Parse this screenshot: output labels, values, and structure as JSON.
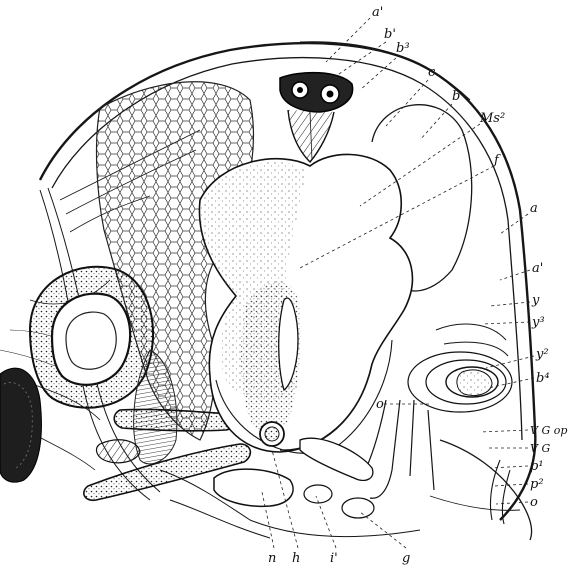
{
  "figure": {
    "labels": {
      "a1": "a'",
      "b1": "b'",
      "b3": "b³",
      "c": "c",
      "b": "b",
      "ms2": "Ms²",
      "f": "f",
      "a": "a",
      "a1_right": "a'",
      "y": "y",
      "y3": "y³",
      "y2": "y²",
      "b4": "b⁴",
      "o_mid": "o",
      "vgop": "V G op",
      "vg": "V G",
      "p1": "p¹",
      "p2": "p²",
      "o_right": "o",
      "n": "n",
      "h": "h",
      "i1": "i'",
      "g": "g"
    }
  }
}
